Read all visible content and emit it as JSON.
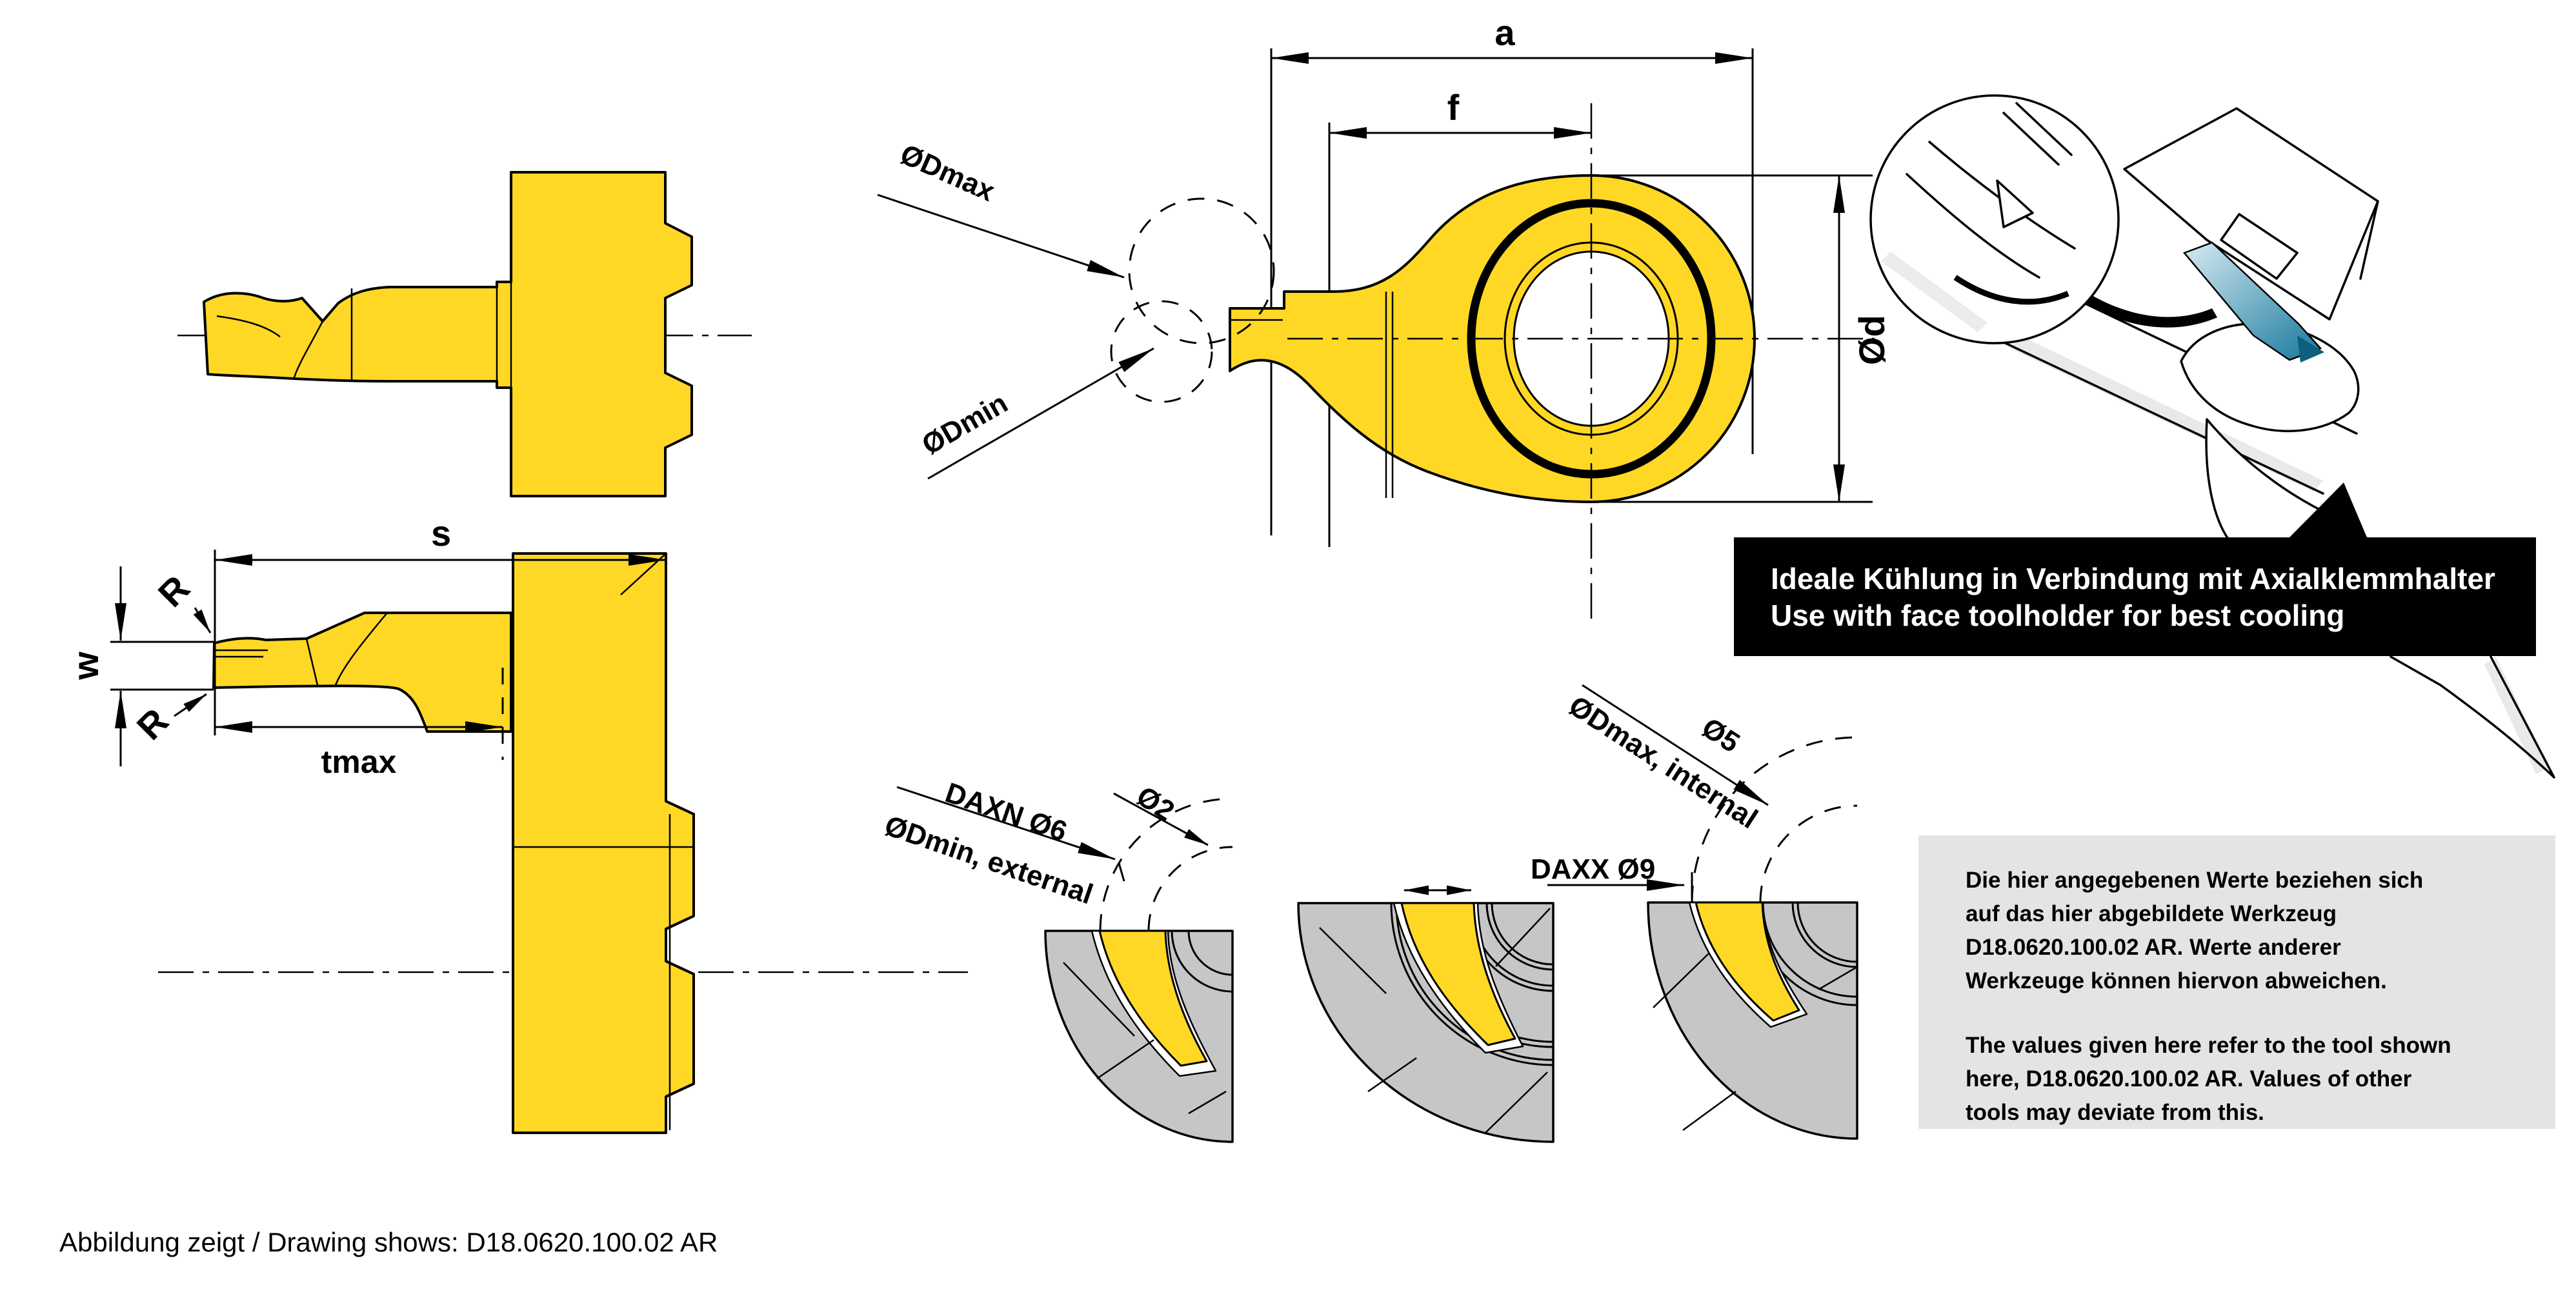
{
  "caption": "Abbildung zeigt / Drawing shows: D18.0620.100.02 AR",
  "banner": {
    "line1": "Ideale Kühlung in Verbindung mit Axialklemmhalter",
    "line2": "Use with face toolholder for best cooling"
  },
  "note_box": {
    "german": [
      "Die hier angegebenen Werte beziehen sich",
      "auf das hier abgebildete Werkzeug",
      "D18.0620.100.02 AR. Werte anderer",
      "Werkzeuge können hiervon abweichen."
    ],
    "english": [
      "The values given here refer to the tool shown",
      "here, D18.0620.100.02 AR. Values of other",
      "tools may deviate from this."
    ]
  },
  "dimensions": {
    "a": "a",
    "f": "f",
    "diameter_d": "Ød",
    "diameter_dmax": "ØDmax",
    "diameter_dmin": "ØDmin",
    "s": "s",
    "w": "w",
    "radius_top": "R",
    "radius_bottom": "R",
    "tmax": "tmax"
  },
  "sections": {
    "daxn": "DAXN Ø6",
    "odmin_external": "ØDmin, external",
    "o2": "Ø2",
    "daxx": "DAXX Ø9",
    "odmax_internal": "ØDmax, internal",
    "o5": "Ø5"
  },
  "colors": {
    "tool_yellow": "#FFD826",
    "section_gray": "#C6C6C6",
    "note_bg": "#E4E4E4",
    "banner_bg": "#000000",
    "banner_fg": "#ffffff",
    "coolant_light": "#D6EBF4",
    "coolant_dark": "#16789B"
  }
}
